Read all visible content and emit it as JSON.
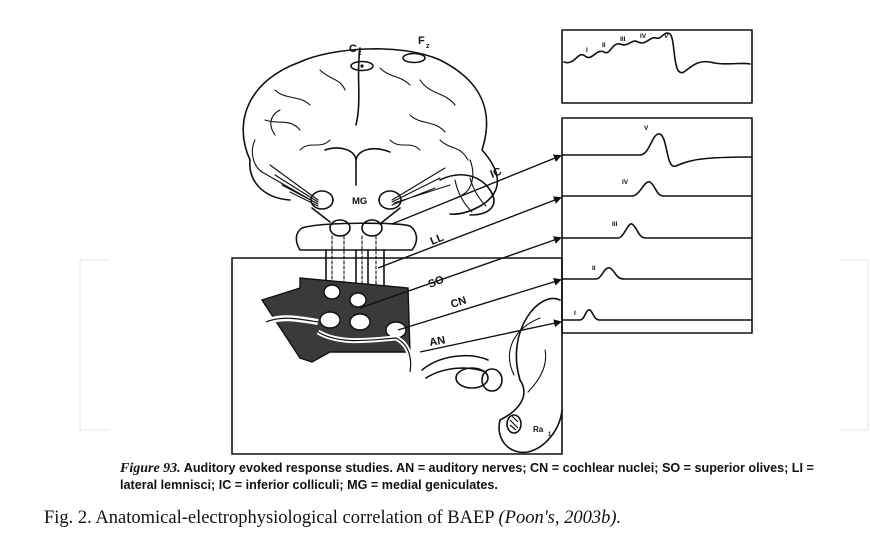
{
  "labels": {
    "cz": "C",
    "cz_sub": "z",
    "fz": "F",
    "fz_sub": "z",
    "mg": "MG",
    "ic": "IC",
    "ll": "LL",
    "so": "SO",
    "cn": "CN",
    "an": "AN",
    "ra": "Ra",
    "ra_sub": "1"
  },
  "waves": {
    "top_peaks": [
      "I",
      "II",
      "III",
      "IV",
      "V"
    ],
    "traces": [
      "V",
      "IV",
      "III",
      "II",
      "I"
    ]
  },
  "caption_inner": {
    "figure_label": "Figure 93.",
    "text": "Auditory evoked response studies. AN = auditory nerves; CN = cochlear nuclei; SO = superior olives; LI = lateral lemnisci; IC = inferior colliculi; MG = medial geniculates."
  },
  "caption_outer": {
    "text": "Fig. 2. Anatomical-electrophysiological correlation of BAEP ",
    "citation": "(Poon's, 2003b)."
  }
}
